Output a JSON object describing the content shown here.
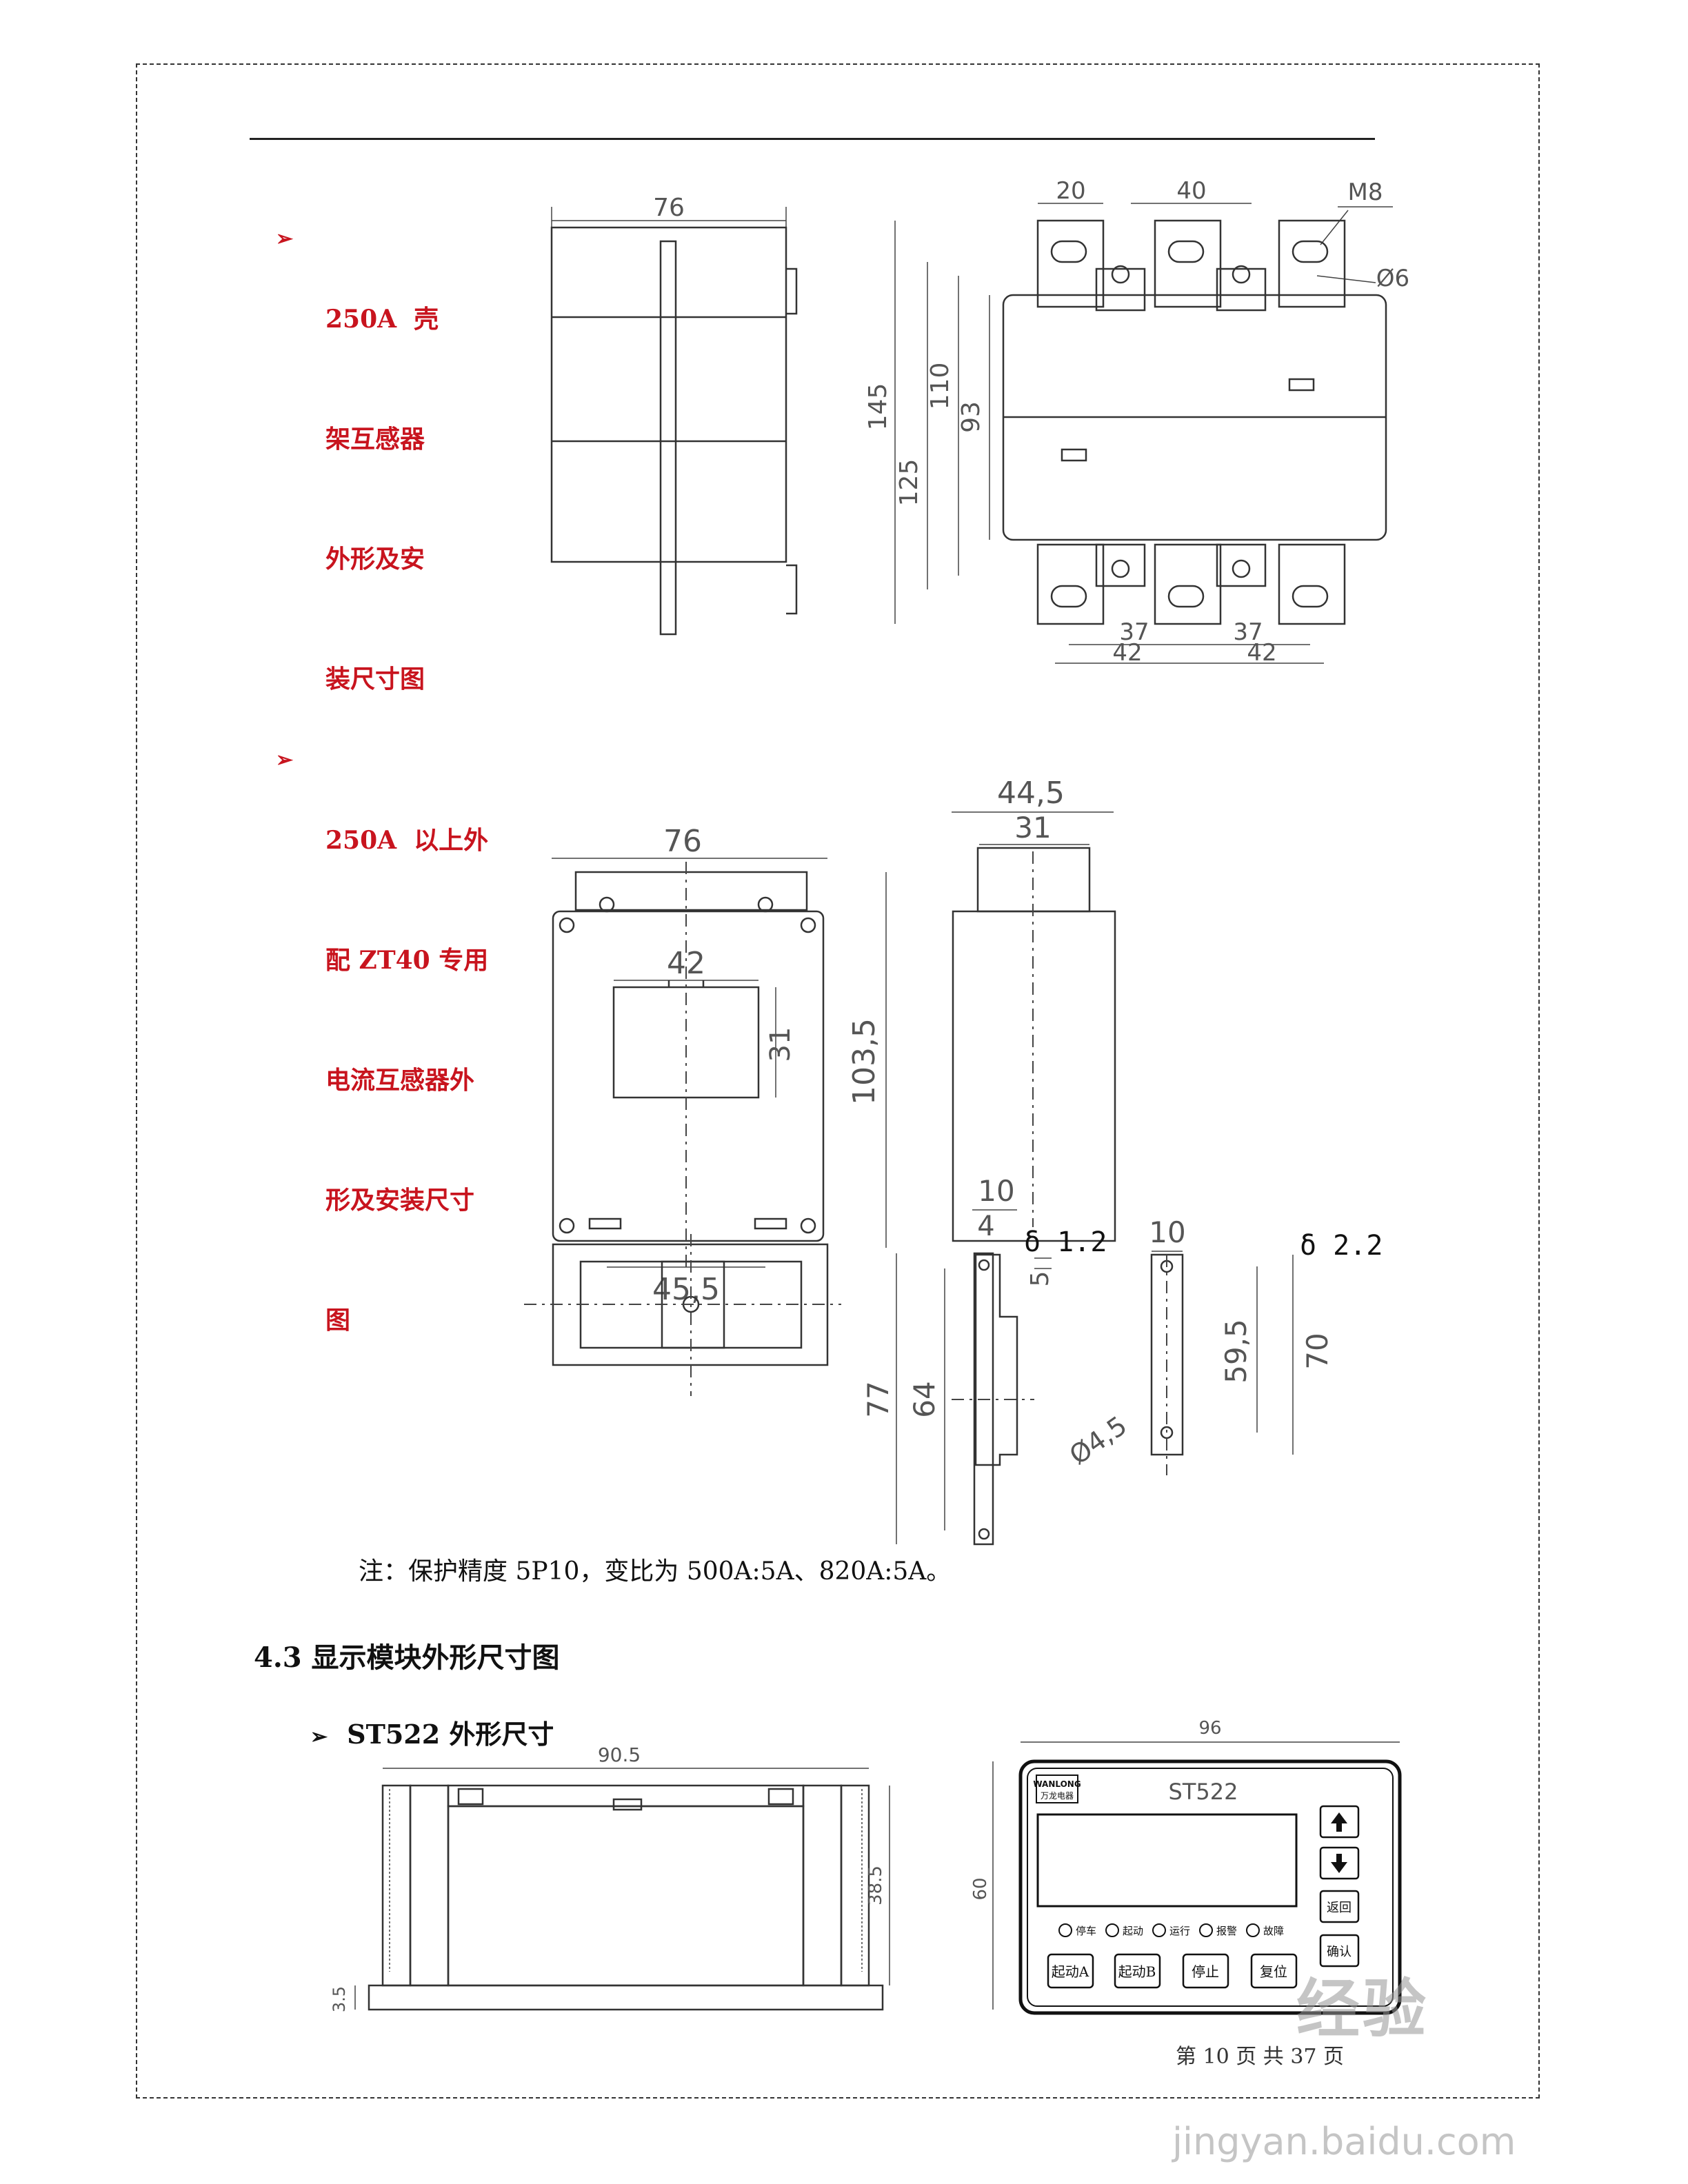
{
  "section1": {
    "bullet_lines": [
      "250A  壳",
      "架互感器",
      "外形及安",
      "装尺寸图"
    ],
    "dims": {
      "side_width": "76",
      "w20": "20",
      "w40": "40",
      "bolt": "M8",
      "hole": "Ø6",
      "h145": "145",
      "h125": "125",
      "h110": "110",
      "h93": "93",
      "w37a": "37",
      "w37b": "37",
      "w42a": "42",
      "w42b": "42"
    }
  },
  "section2": {
    "bullet_lines": [
      "250A  以上外",
      "配 ZT40 专用",
      "电流互感器外",
      "形及安装尺寸",
      "图"
    ],
    "dims": {
      "front_width": "76",
      "window_width": "42",
      "window_height": "31",
      "front_height": "103,5",
      "base_holes": "45,5",
      "side_width": "44,5",
      "side_inner": "31",
      "bk1_w10": "10",
      "bk1_w4": "4",
      "bk1_thick": "δ 1.2",
      "bk1_5": "5",
      "bk1_77": "77",
      "bk1_64": "64",
      "bk2_w10": "10",
      "bk2_thick": "δ 2.2",
      "bk2_59": "59,5",
      "bk2_70": "70",
      "bk2_hole": "Ø4,5"
    }
  },
  "note": "注：保护精度 5P10，变比为 500A:5A、820A:5A。",
  "section43": {
    "heading": "4.3  显示模块外形尺寸图",
    "sub_label": "ST522 外形尺寸",
    "dims": {
      "w90": "90.5",
      "h38": "38.5",
      "h3": "3.5",
      "w96": "96",
      "h60": "60"
    },
    "panel": {
      "brand": "WANLONG",
      "brand_cn": "万龙电器",
      "model": "ST522",
      "leds": [
        "停车",
        "起动",
        "运行",
        "报警",
        "故障"
      ],
      "buttons": [
        "起动A",
        "起动B",
        "停止",
        "复位"
      ],
      "side_buttons": [
        "返回",
        "确认"
      ]
    }
  },
  "footer": {
    "page": "第 10 页 共 37 页"
  },
  "watermark": {
    "cn": "经验",
    "url": "jingyan.baidu.com"
  }
}
